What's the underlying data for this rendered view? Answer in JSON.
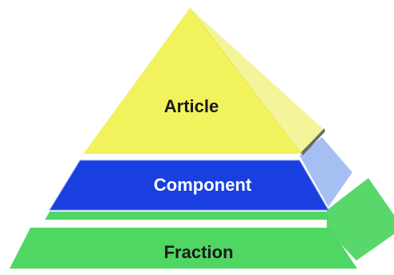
{
  "diagram": {
    "type": "pyramid",
    "layers": [
      {
        "id": "top",
        "label": "Article",
        "face_color": "#f2f25c",
        "side_color": "#f4f49a",
        "text_color": "#1a1a1a"
      },
      {
        "id": "middle",
        "label": "Component",
        "face_color": "#1a3fe0",
        "side_color": "#a6bff2",
        "text_color": "#ffffff"
      },
      {
        "id": "bottom",
        "label": "Fraction",
        "face_color": "#4fd663",
        "side_color": "#4fd663",
        "text_color": "#1a1a1a"
      }
    ]
  }
}
